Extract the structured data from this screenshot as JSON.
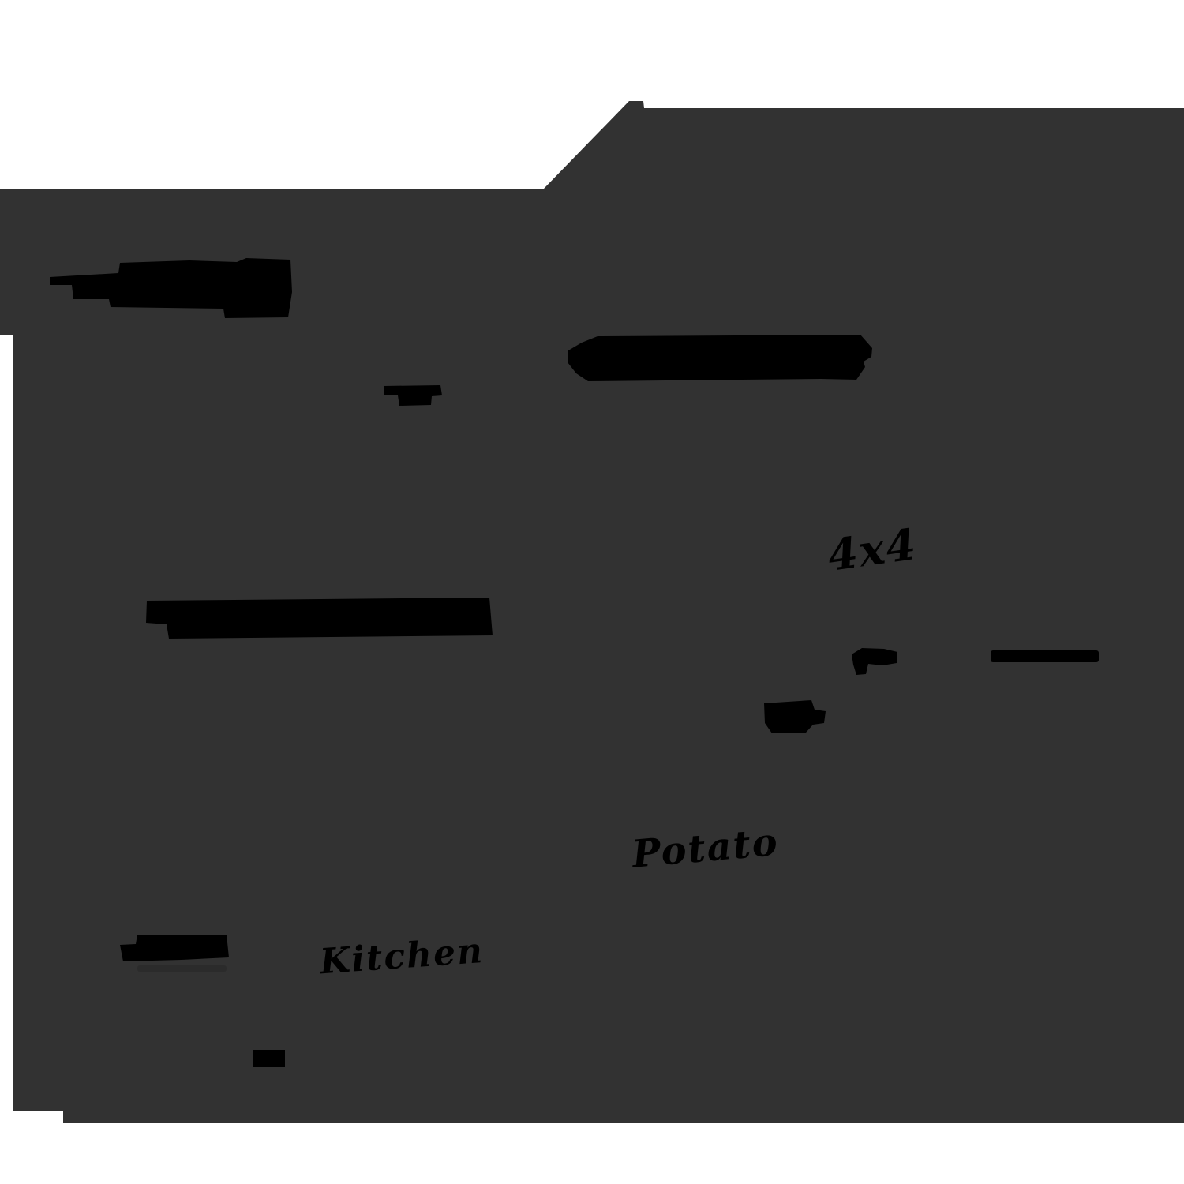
{
  "colors": {
    "background": "#ffffff",
    "page": "#323232",
    "ink": "#000000",
    "faint_line": "#2b2b2b"
  },
  "labels": {
    "dimension": "4x4",
    "potato": "Potato",
    "kitchen": "Kitchen"
  }
}
